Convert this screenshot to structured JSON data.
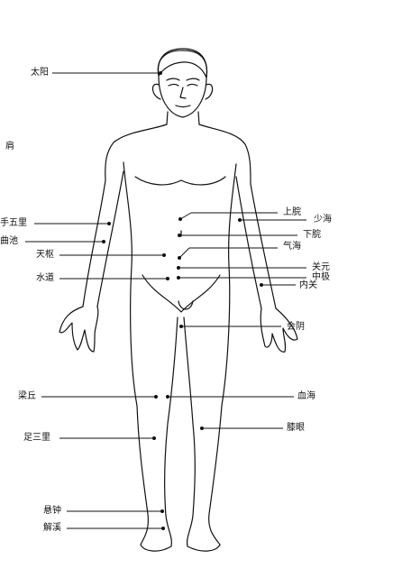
{
  "points": {
    "taiyang": "太阳",
    "jian": "肩",
    "shouwuli": "手五里",
    "quchi": "曲池",
    "tianshu": "天枢",
    "shuidao": "水道",
    "liangqiu": "梁丘",
    "zusanli": "足三里",
    "xuanzhong": "悬钟",
    "jiexi": "解溪",
    "shangwan": "上脘",
    "shaohai": "少海",
    "xiawan": "下脘",
    "qihai": "气海",
    "guanyuan": "关元",
    "zhongji": "中极",
    "neiguan": "内关",
    "huiyin": "会阴",
    "xuehai": "血海",
    "xiyan": "膝眼"
  },
  "colors": {
    "line": "#111111",
    "background": "#ffffff"
  }
}
